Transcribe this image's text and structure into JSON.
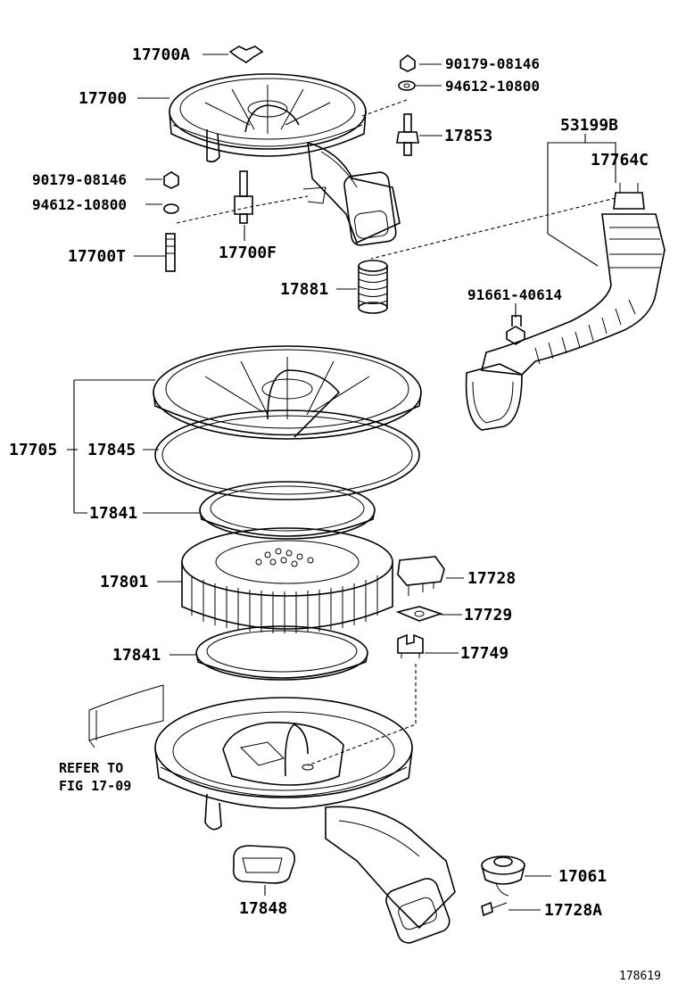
{
  "diagram": {
    "callouts": {
      "c17700A": "17700A",
      "c17700": "17700",
      "c90179_top": "90179-08146",
      "c94612_top": "94612-10800",
      "c17853": "17853",
      "c53199B": "53199B",
      "c17764C": "17764C",
      "c90179_left": "90179-08146",
      "c94612_left": "94612-10800",
      "c17700T": "17700T",
      "c17700F": "17700F",
      "c17881": "17881",
      "c91661": "91661-40614",
      "c17705": "17705",
      "c17845": "17845",
      "c17841_top": "17841",
      "c17801": "17801",
      "c17728": "17728",
      "c17729": "17729",
      "c17841_bottom": "17841",
      "c17749": "17749",
      "c17061": "17061",
      "c17728A": "17728A",
      "c17848": "17848"
    },
    "refer_note_line1": "REFER TO",
    "refer_note_line2": "FIG 17-09",
    "figure_number": "178619"
  }
}
